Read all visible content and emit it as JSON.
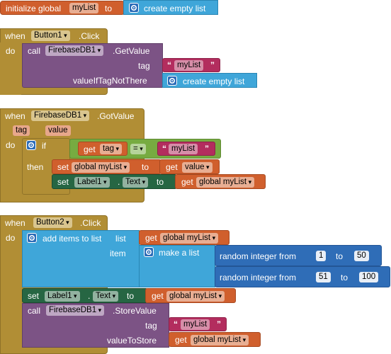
{
  "init_block": {
    "initialize_label": "initialize global",
    "var_name": "myList",
    "to_label": "to",
    "value_label": "create empty list"
  },
  "event1": {
    "when_label": "when",
    "component": "Button1",
    "event_name": ".Click",
    "do_label": "do",
    "call_label": "call",
    "call_component": "FirebaseDB1",
    "method": ".GetValue",
    "tag_label": "tag",
    "tag_value": "myList",
    "value_if_label": "valueIfTagNotThere",
    "value_if_value": "create empty list"
  },
  "event2": {
    "when_label": "when",
    "component": "FirebaseDB1",
    "event_name": ".GotValue",
    "param1": "tag",
    "param2": "value",
    "do_label": "do",
    "if_label": "if",
    "get_label": "get",
    "get_tag": "tag",
    "operator": "=",
    "compare_text": "myList",
    "then_label": "then",
    "set_label": "set",
    "set_var": "global myList",
    "to_label": "to",
    "get_value": "value",
    "set2_label": "set",
    "set2_component": "Label1",
    "dot": ".",
    "set2_property": "Text",
    "to2_label": "to",
    "get2_label": "get",
    "get2_var": "global myList"
  },
  "event3": {
    "when_label": "when",
    "component": "Button2",
    "event_name": ".Click",
    "do_label": "do",
    "add_items_label": "add items to list",
    "list_label": "list",
    "get_label": "get",
    "get_var": "global myList",
    "item_label": "item",
    "make_list_label": "make a list",
    "random1_label": "random integer from",
    "random1_from": "1",
    "random1_to_label": "to",
    "random1_to": "50",
    "random2_label": "random integer from",
    "random2_from": "51",
    "random2_to_label": "to",
    "random2_to": "100",
    "set_label": "set",
    "set_component": "Label1",
    "dot": ".",
    "set_property": "Text",
    "set_to_label": "to",
    "set_get_label": "get",
    "set_get_var": "global myList",
    "call_label": "call",
    "call_component": "FirebaseDB1",
    "method": ".StoreValue",
    "tag_label": "tag",
    "tag_value": "myList",
    "store_label": "valueToStore",
    "store_get_label": "get",
    "store_get_var": "global myList"
  },
  "quote_glyph": "“",
  "quote_close_glyph": "”",
  "colors": {
    "event": "#B18E35",
    "call": "#7C5385",
    "list": "#3FA6D9",
    "variable": "#D05F2D",
    "text": "#B32D5E",
    "logic": "#77AB41",
    "math": "#2F6DB7",
    "set_component": "#266643"
  }
}
